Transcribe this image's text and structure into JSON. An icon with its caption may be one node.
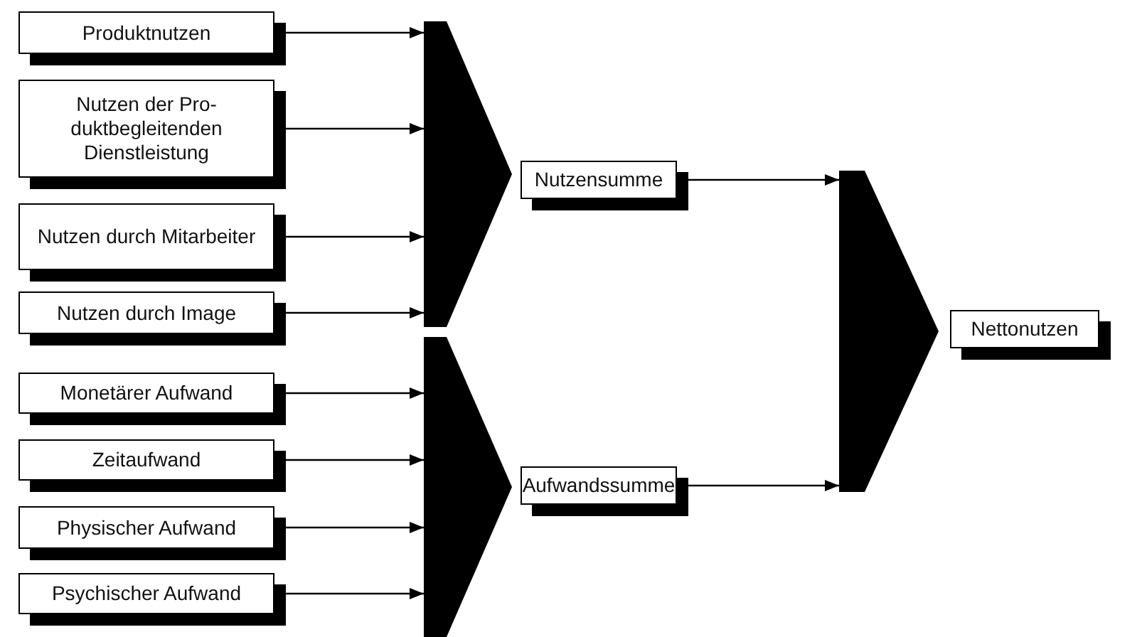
{
  "diagram": {
    "nodes": [
      {
        "text": [
          "Produktnutzen"
        ]
      },
      {
        "text": [
          "Nutzen der Pro- duktbegleitenden Dienstleistung"
        ]
      },
      {
        "text": [
          "Nutzen durch Mitarbeiter"
        ]
      },
      {
        "text": [
          "Nutzen durch Image"
        ]
      },
      {
        "text": [
          "Monetärer Aufwand"
        ]
      },
      {
        "text": [
          "Zeitaufwand"
        ]
      },
      {
        "text": [
          "Physischer Aufwand"
        ]
      },
      {
        "text": [
          "Psychischer Aufwand"
        ]
      },
      {
        "text": [],
        "shape": "wedge"
      },
      {
        "text": [],
        "shape": "wedge"
      },
      {
        "text": [
          "Nutzensumme"
        ]
      },
      {
        "text": [
          "Aufwandssumme"
        ]
      },
      {
        "text": [],
        "shape": "wedge"
      },
      {
        "text": [
          "Nettonutzen"
        ]
      }
    ],
    "edges": [
      {
        "from": 0,
        "to": 8,
        "arrow": "to"
      },
      {
        "from": 1,
        "to": 8,
        "arrow": "to"
      },
      {
        "from": 2,
        "to": 8,
        "arrow": "to"
      },
      {
        "from": 3,
        "to": 8,
        "arrow": "to"
      },
      {
        "from": 4,
        "to": 9,
        "arrow": "to"
      },
      {
        "from": 5,
        "to": 9,
        "arrow": "to"
      },
      {
        "from": 6,
        "to": 9,
        "arrow": "to"
      },
      {
        "from": 7,
        "to": 9,
        "arrow": "to"
      },
      {
        "from": 10,
        "to": 12,
        "arrow": "to"
      },
      {
        "from": 11,
        "to": 12,
        "arrow": "to"
      }
    ]
  }
}
